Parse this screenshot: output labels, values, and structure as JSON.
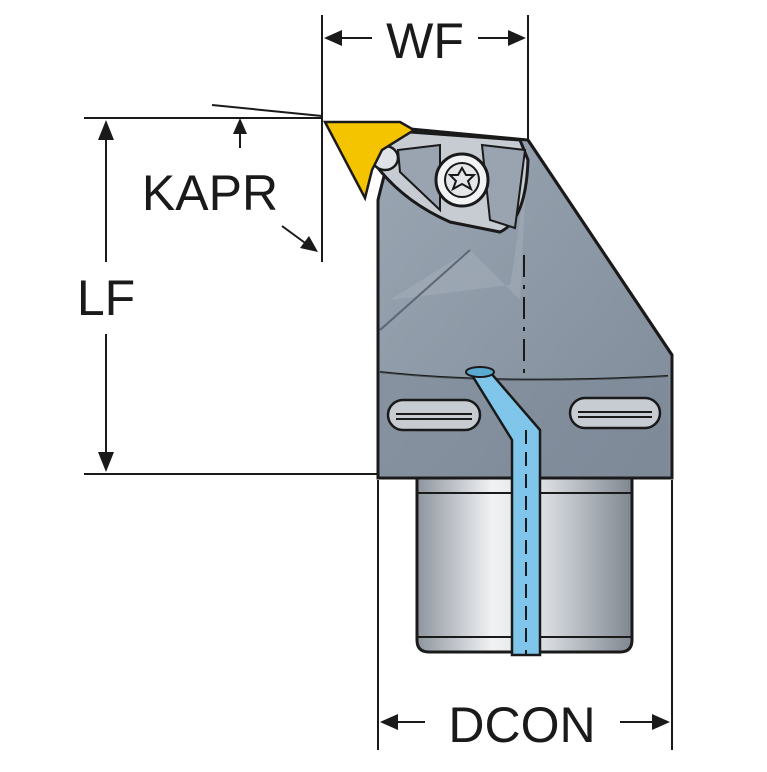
{
  "dimensions": {
    "wf": "WF",
    "kapr": "KAPR",
    "lf": "LF",
    "dcon": "DCON"
  },
  "colors": {
    "holder_body": "#8a96a5",
    "holder_dark": "#6f7c8c",
    "insert": "#f5c400",
    "coolant": "#7fc6ea",
    "coupling_light": "#e6e8ec",
    "coupling_dark": "#8c939c",
    "outline": "#1a1a1a"
  }
}
